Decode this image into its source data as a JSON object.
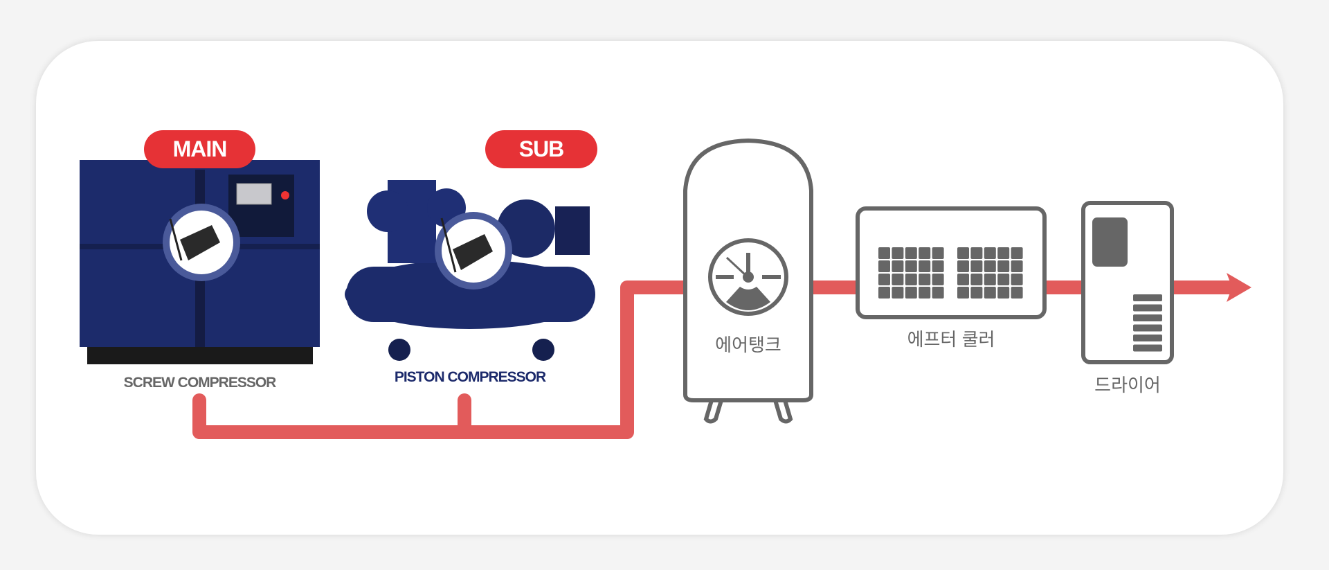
{
  "badges": {
    "main": "MAIN",
    "sub": "SUB"
  },
  "equipment": {
    "screw_compressor": "SCREW COMPRESSOR",
    "piston_compressor": "PISTON COMPRESSOR",
    "air_tank": "에어탱크",
    "after_cooler": "에프터 쿨러",
    "dryer": "드라이어"
  },
  "colors": {
    "pipe": "#e25b5b",
    "badge": "#e63236",
    "outline": "#666666",
    "compressor": "#1c2a6b"
  }
}
